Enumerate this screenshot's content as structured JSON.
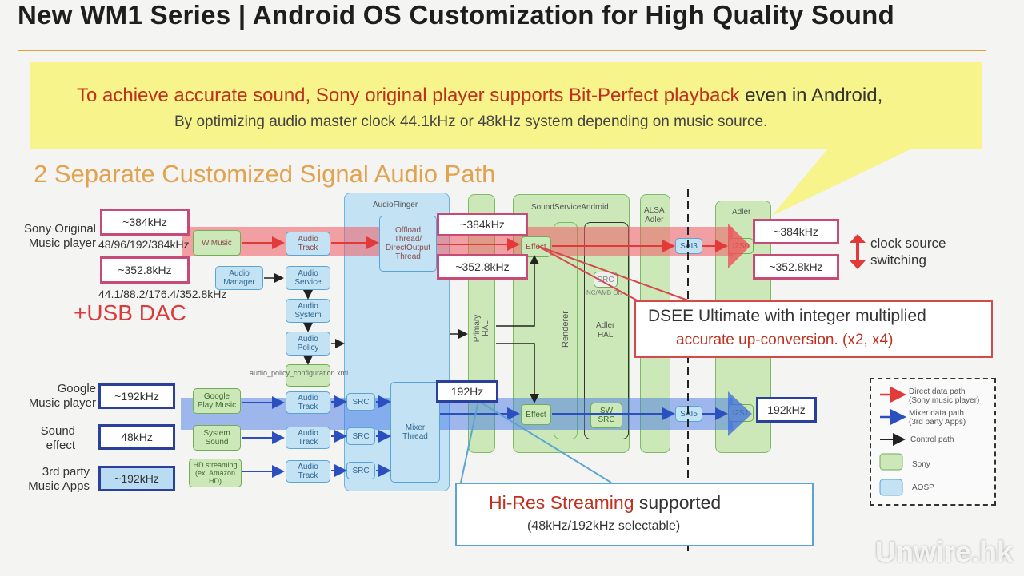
{
  "title": "New WM1 Series | Android OS Customization for High Quality Sound",
  "callout": {
    "line1_red": "To achieve accurate sound, Sony original player supports Bit-Perfect playback",
    "line1_rest": " even in Android,",
    "line2": "By optimizing audio master clock 44.1kHz or 48kHz system depending on music source."
  },
  "heading": "2 Separate Customized Signal Audio Path",
  "sources": {
    "sony_label": "Sony Original\nMusic player",
    "sony_rate_384": "~384kHz",
    "sony_rates_48": "48/96/192/384kHz",
    "sony_rate_352": "~352.8kHz",
    "sony_rates_44": "44.1/88.2/176.4/352.8kHz",
    "usb_dac": "+USB DAC",
    "google_label": "Google\nMusic player",
    "google_rate": "~192kHz",
    "sound_label": "Sound\neffect",
    "sound_rate": "48kHz",
    "third_label": "3rd party\nMusic Apps",
    "third_rate": "~192kHz"
  },
  "modules": {
    "w_music": "W.Music",
    "audio_track": "Audio\nTrack",
    "audio_manager": "Audio\nManager",
    "audio_service": "Audio\nService",
    "audio_system": "Audio\nSystem",
    "audio_policy": "Audio\nPolicy",
    "policy_config": "audio_policy_configuration.xml",
    "google_play": "Google\nPlay Music",
    "system_sound": "System\nSound",
    "hd_streaming": "HD streaming\n(ex. Amazon\nHD)",
    "src": "SRC",
    "audioflinger": "AudioFlinger",
    "offload": "Offload\nThread/\nDirectOutput\nThread",
    "mixer": "Mixer\nThread",
    "primary_hal": "Primary\nHAL",
    "soundservice": "SoundServiceAndroid",
    "effect": "Effect",
    "renderer": "Renderer",
    "nc_src": "SRC",
    "nc_label": "NC/AMB On",
    "adler_hal": "Adler\nHAL",
    "sw_src": "SW\nSRC",
    "alsa": "ALSA\nAdler",
    "sai3": "SAI3",
    "sai5": "SAI5",
    "adler": "Adler",
    "i2s0": "I2S0",
    "i2s1": "I2S1"
  },
  "rates": {
    "af_384": "~384kHz",
    "af_352": "~352.8kHz",
    "mid_192": "192Hz",
    "out_384": "~384kHz",
    "out_352": "~352.8kHz",
    "out_192": "192kHz"
  },
  "clock": "clock source\nswitching",
  "dsee": {
    "line1": "DSEE Ultimate with integer multiplied",
    "line2": "accurate up-conversion. (x2, x4)"
  },
  "hires": {
    "red": "Hi-Res Streaming",
    "rest": " supported",
    "sub": "(48kHz/192kHz selectable)"
  },
  "legend": {
    "direct": "Direct data path\n(Sony music player)",
    "mixer": "Mixer data path\n(3rd party Apps)",
    "control": "Control path",
    "sony": "Sony",
    "aosp": "AOSP"
  },
  "watermark": "Unwire.hk",
  "colors": {
    "direct_path": "#e23a3a",
    "mixer_path": "#2b4fbf",
    "control_path": "#222222",
    "sony_block": "#cde8b8",
    "aosp_block": "#c3e2f4",
    "callout": "#f6f48a",
    "heading": "#e2a24e"
  }
}
